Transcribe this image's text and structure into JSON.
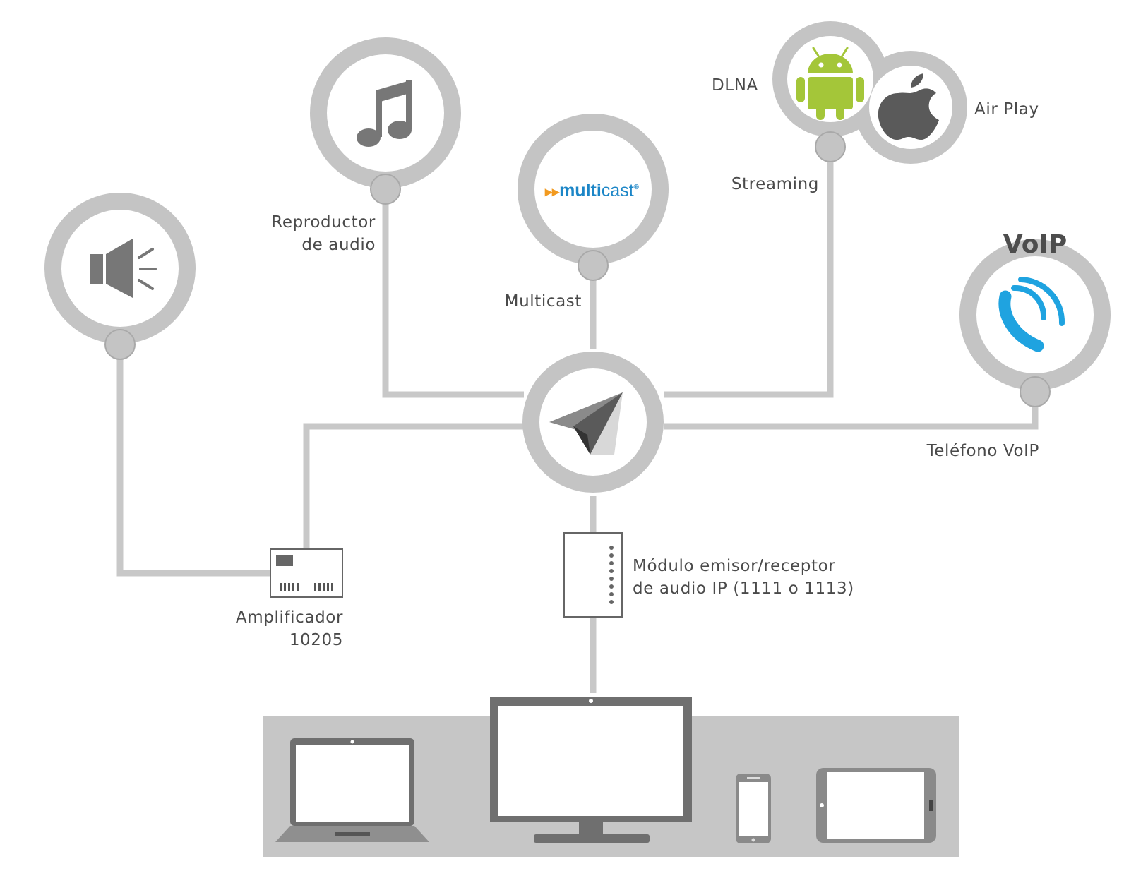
{
  "labels": {
    "reproductor_line1": "Reproductor",
    "reproductor_line2": "de audio",
    "multicast": "Multicast",
    "dlna": "DLNA",
    "airplay": "Air Play",
    "streaming": "Streaming",
    "voip_title": "VoIP",
    "telefono": "Teléfono VoIP",
    "amplificador_line1": "Amplificador",
    "amplificador_line2": "10205",
    "modulo_line1": "Módulo emisor/receptor",
    "modulo_line2": "de audio IP (1111 o 1113)"
  },
  "multicast_logo": {
    "arrows": "▸▸",
    "part1": "multi",
    "part2": "cast",
    "mark": "®"
  },
  "colors": {
    "node_ring": "#c4c4c4",
    "connector": "#c8c8c8",
    "icon_gray": "#777777",
    "dark_gray": "#555555",
    "android_green": "#a4c639",
    "voip_blue": "#1fa3e0",
    "multicast_orange": "#f29a1f",
    "multicast_blue": "#1c86c7"
  },
  "icons": [
    "speaker-icon",
    "music-note-icon",
    "android-icon",
    "apple-icon",
    "phone-icon",
    "paper-plane-icon",
    "amplifier-icon",
    "module-icon",
    "laptop-icon",
    "monitor-icon",
    "smartphone-icon",
    "tablet-icon"
  ]
}
